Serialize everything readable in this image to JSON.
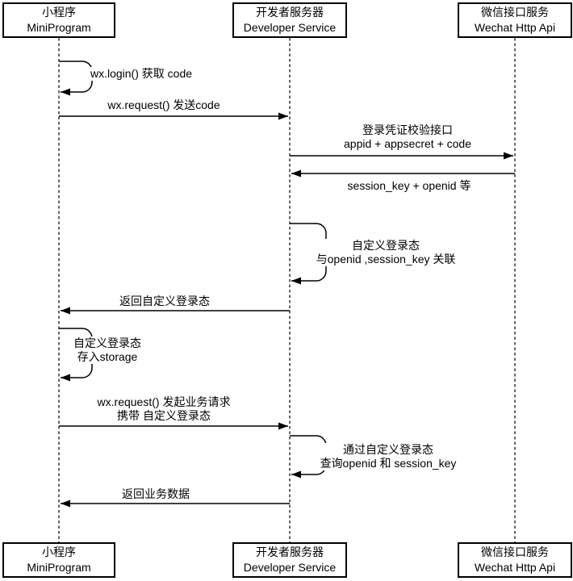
{
  "diagram": {
    "type": "sequence-diagram",
    "colors": {
      "background": "#ffffff",
      "stroke": "#000000",
      "text": "#000000"
    },
    "participants": [
      {
        "id": "miniprogram",
        "line1": "小程序",
        "line2": "MiniProgram"
      },
      {
        "id": "developer-service",
        "line1": "开发者服务器",
        "line2": "Developer Service"
      },
      {
        "id": "wechat-http-api",
        "line1": "微信接口服务",
        "line2": "Wechat Http Api"
      }
    ],
    "messages": [
      {
        "kind": "self",
        "from": "miniprogram",
        "to": "miniprogram",
        "lines": [
          "wx.login() 获取 code"
        ]
      },
      {
        "kind": "arrow",
        "from": "miniprogram",
        "to": "developer-service",
        "lines": [
          "wx.request() 发送code"
        ]
      },
      {
        "kind": "arrow",
        "from": "developer-service",
        "to": "wechat-http-api",
        "lines": [
          "登录凭证校验接口",
          "appid + appsecret + code"
        ]
      },
      {
        "kind": "arrow",
        "from": "wechat-http-api",
        "to": "developer-service",
        "lines": [
          "session_key + openid 等"
        ]
      },
      {
        "kind": "self",
        "from": "developer-service",
        "to": "developer-service",
        "lines": [
          "自定义登录态",
          "与openid ,session_key 关联"
        ]
      },
      {
        "kind": "arrow",
        "from": "developer-service",
        "to": "miniprogram",
        "lines": [
          "返回自定义登录态"
        ]
      },
      {
        "kind": "self",
        "from": "miniprogram",
        "to": "miniprogram",
        "lines": [
          "自定义登录态",
          "存入storage"
        ]
      },
      {
        "kind": "arrow",
        "from": "miniprogram",
        "to": "developer-service",
        "lines": [
          "wx.request() 发起业务请求",
          "携带 自定义登录态"
        ]
      },
      {
        "kind": "self",
        "from": "developer-service",
        "to": "developer-service",
        "lines": [
          "通过自定义登录态",
          "查询openid 和 session_key"
        ]
      },
      {
        "kind": "arrow",
        "from": "developer-service",
        "to": "miniprogram",
        "lines": [
          "返回业务数据"
        ]
      }
    ]
  }
}
